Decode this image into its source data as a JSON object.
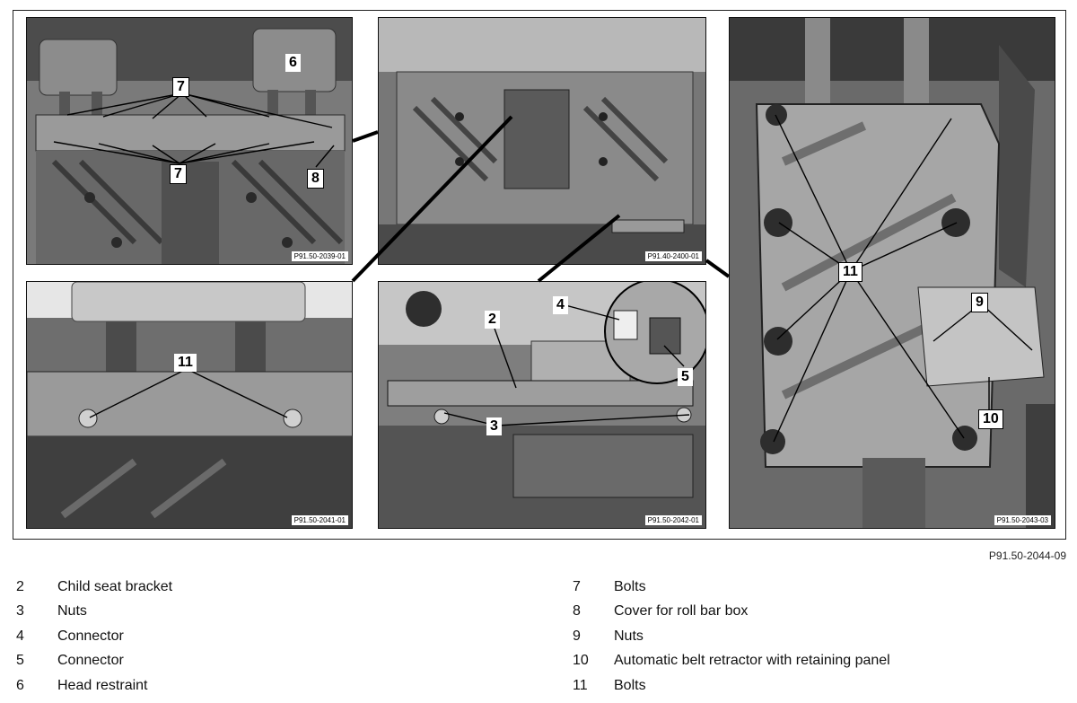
{
  "figure": {
    "figure_code": "P91.50-2044-09",
    "panels": [
      {
        "id": "top-left",
        "photo_code": "P91.50-2039-01",
        "callouts": [
          "6",
          "7",
          "7",
          "8"
        ]
      },
      {
        "id": "top-middle",
        "photo_code": "P91.40-2400-01",
        "callouts": []
      },
      {
        "id": "bottom-left",
        "photo_code": "P91.50-2041-01",
        "callouts": [
          "11"
        ]
      },
      {
        "id": "bottom-middle",
        "photo_code": "P91.50-2042-01",
        "callouts": [
          "2",
          "3",
          "4",
          "5"
        ]
      },
      {
        "id": "right",
        "photo_code": "P91.50-2043-03",
        "callouts": [
          "11",
          "9",
          "10"
        ]
      }
    ]
  },
  "legend": {
    "left": [
      {
        "num": "2",
        "label": "Child seat bracket"
      },
      {
        "num": "3",
        "label": "Nuts"
      },
      {
        "num": "4",
        "label": "Connector"
      },
      {
        "num": "5",
        "label": "Connector"
      },
      {
        "num": "6",
        "label": "Head restraint"
      }
    ],
    "right": [
      {
        "num": "7",
        "label": "Bolts"
      },
      {
        "num": "8",
        "label": "Cover for roll bar box"
      },
      {
        "num": "9",
        "label": "Nuts"
      },
      {
        "num": "10",
        "label": "Automatic belt retractor with retaining panel"
      },
      {
        "num": "11",
        "label": "Bolts"
      }
    ]
  }
}
